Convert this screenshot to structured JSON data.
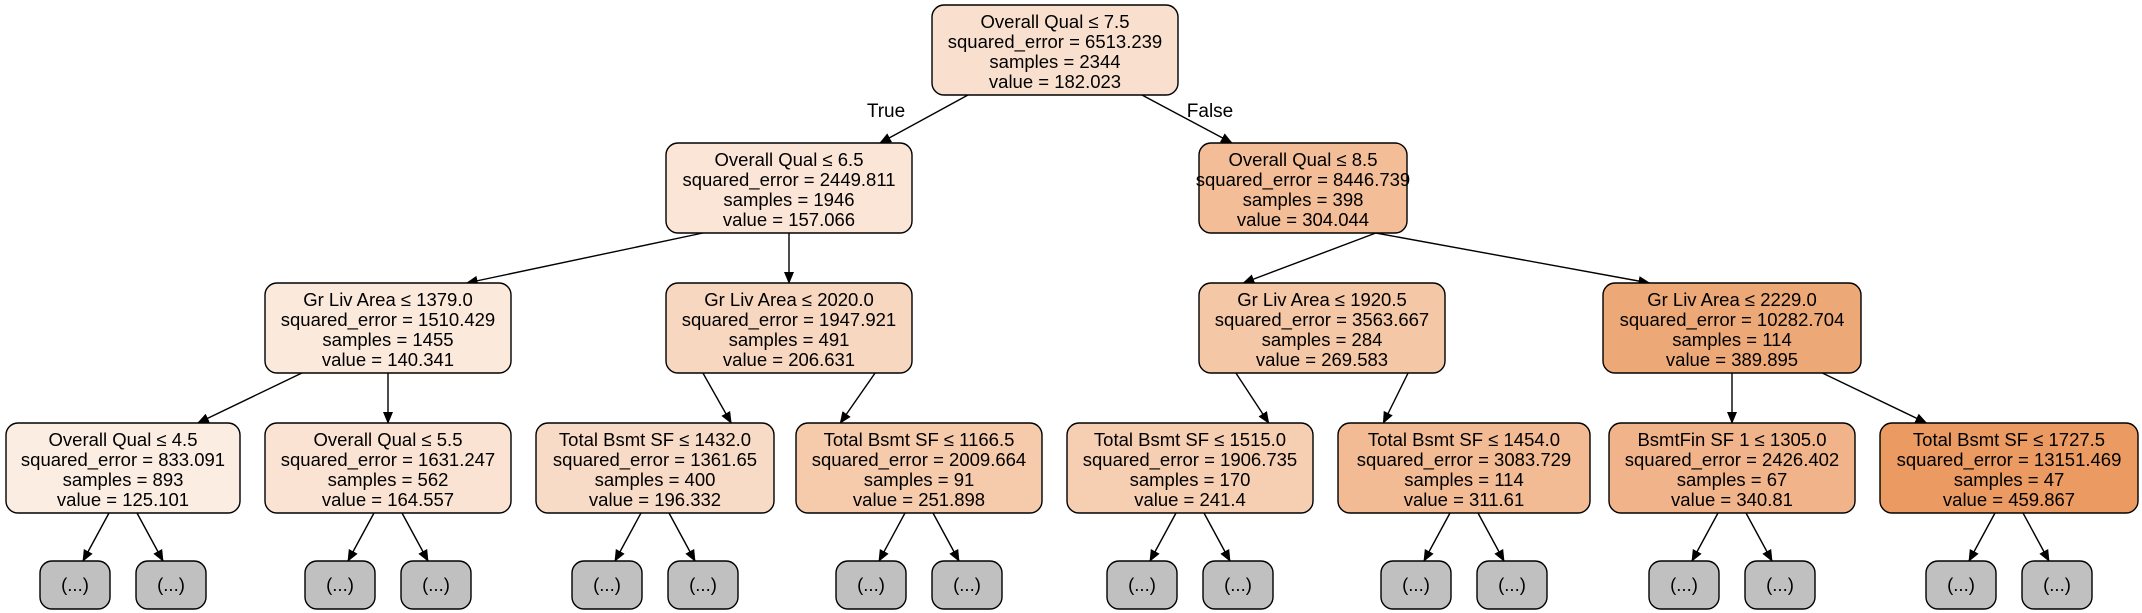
{
  "tree": {
    "nodes": [
      {
        "id": "n0",
        "lines": [
          "Overall Qual ≤ 7.5",
          "squared_error = 6513.239",
          "samples = 2344",
          "value = 182.023"
        ],
        "color": "#f9e0ce"
      },
      {
        "id": "n1",
        "lines": [
          "Overall Qual ≤ 6.5",
          "squared_error = 2449.811",
          "samples = 1946",
          "value = 157.066"
        ],
        "color": "#fbe5d6"
      },
      {
        "id": "n2",
        "lines": [
          "Overall Qual ≤ 8.5",
          "squared_error = 8446.739",
          "samples = 398",
          "value = 304.044"
        ],
        "color": "#f2bd97"
      },
      {
        "id": "n3",
        "lines": [
          "Gr Liv Area ≤ 1379.0",
          "squared_error = 1510.429",
          "samples = 1455",
          "value = 140.341"
        ],
        "color": "#fbe9dc"
      },
      {
        "id": "n4",
        "lines": [
          "Gr Liv Area ≤ 2020.0",
          "squared_error = 1947.921",
          "samples = 491",
          "value = 206.631"
        ],
        "color": "#f7d7c0"
      },
      {
        "id": "n5",
        "lines": [
          "Gr Liv Area ≤ 1920.5",
          "squared_error = 3563.667",
          "samples = 284",
          "value = 269.583"
        ],
        "color": "#f4c7a6"
      },
      {
        "id": "n6",
        "lines": [
          "Gr Liv Area ≤ 2229.0",
          "squared_error = 10282.704",
          "samples = 114",
          "value = 389.895"
        ],
        "color": "#eda877"
      },
      {
        "id": "n7",
        "lines": [
          "Overall Qual ≤ 4.5",
          "squared_error = 833.091",
          "samples = 893",
          "value = 125.101"
        ],
        "color": "#fcede2"
      },
      {
        "id": "n8",
        "lines": [
          "Overall Qual ≤ 5.5",
          "squared_error = 1631.247",
          "samples = 562",
          "value = 164.557"
        ],
        "color": "#fae3d3"
      },
      {
        "id": "n9",
        "lines": [
          "Total Bsmt SF ≤ 1432.0",
          "squared_error = 1361.65",
          "samples = 400",
          "value = 196.332"
        ],
        "color": "#f8dbc6"
      },
      {
        "id": "n10",
        "lines": [
          "Total Bsmt SF ≤ 1166.5",
          "squared_error = 2009.664",
          "samples = 91",
          "value = 251.898"
        ],
        "color": "#f5cbac"
      },
      {
        "id": "n11",
        "lines": [
          "Total Bsmt SF ≤ 1515.0",
          "squared_error = 1906.735",
          "samples = 170",
          "value = 241.4"
        ],
        "color": "#f6cfb2"
      },
      {
        "id": "n12",
        "lines": [
          "Total Bsmt SF ≤ 1454.0",
          "squared_error = 3083.729",
          "samples = 114",
          "value = 311.61"
        ],
        "color": "#f2bb94"
      },
      {
        "id": "n13",
        "lines": [
          "BsmtFin SF 1 ≤ 1305.0",
          "squared_error = 2426.402",
          "samples = 67",
          "value = 340.81"
        ],
        "color": "#f1b48a"
      },
      {
        "id": "n14",
        "lines": [
          "Total Bsmt SF ≤ 1727.5",
          "squared_error = 13151.469",
          "samples = 47",
          "value = 459.867"
        ],
        "color": "#eb9a61"
      }
    ],
    "leaf_label": "(...)",
    "edge_labels": {
      "true": "True",
      "false": "False"
    }
  }
}
